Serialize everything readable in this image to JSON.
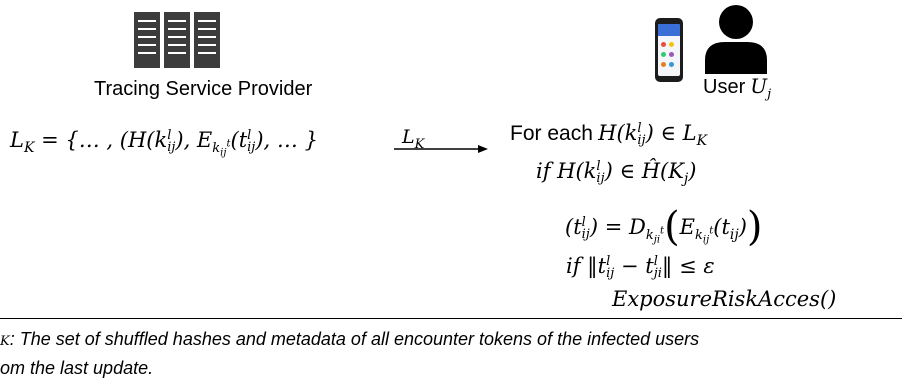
{
  "provider": {
    "label": "Tracing Service Provider",
    "icon": "server-icon"
  },
  "user": {
    "label": "User",
    "icon_person": "user-icon",
    "icon_phone": "phone-icon"
  },
  "formula_left": "L_K = {… , (H(k^l_ij), E_{k^t_ij}(t^l_ij), … }",
  "arrow_label": "L_K",
  "user_algorithm": {
    "line1_prefix": "For each",
    "line2_prefix": "if",
    "line3": "(t^l_ij) = D_{k^t_ji}(E_{k^t_ij}(t_ij))",
    "line4_prefix": "if",
    "line5": "ExposureRiskAcces()"
  },
  "footnote": {
    "line1": ": The set of shuffled hashes and metadata of all encounter tokens of the infected users",
    "line2": "om the last update."
  }
}
